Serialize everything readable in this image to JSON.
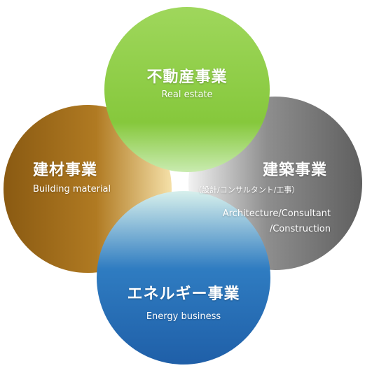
{
  "diagram": {
    "segments": [
      {
        "id": "real-estate",
        "title": "不動産事業",
        "subtitle": "Real estate",
        "color_light": "#a6d96a",
        "color_dark": "#6cbf2e"
      },
      {
        "id": "architecture",
        "title": "建築事業",
        "note": "（設計/コンサルタント/工事）",
        "subtitle_line1": "Architecture/Consultant",
        "subtitle_line2": "/Construction",
        "color_light": "#cfcfcf",
        "color_dark": "#6b6b6b"
      },
      {
        "id": "building-material",
        "title": "建材事業",
        "subtitle": "Building material",
        "color_light": "#f2d9a0",
        "color_dark": "#8a5a12"
      },
      {
        "id": "energy",
        "title": "エネルギー事業",
        "subtitle": "Energy business",
        "color_light": "#9ed0e8",
        "color_dark": "#1f63ad"
      }
    ]
  }
}
